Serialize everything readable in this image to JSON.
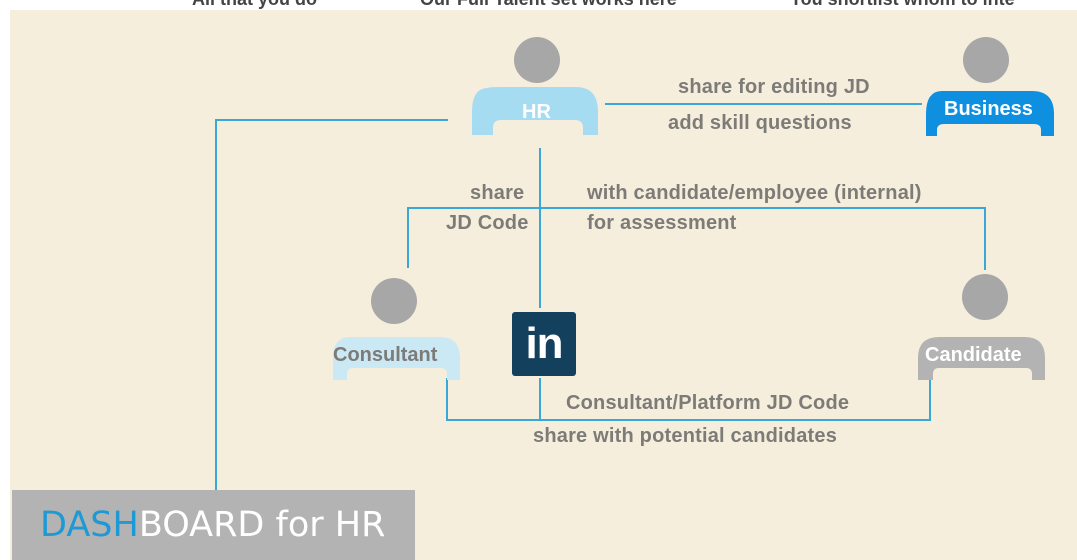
{
  "header_fragments": {
    "left": "All that you do",
    "center": "Our Full Talent set works here",
    "right": "You shortlist whom to inte"
  },
  "nodes": {
    "hr": "HR",
    "business": "Business",
    "consultant": "Consultant",
    "candidate": "Candidate"
  },
  "edges": {
    "share_editing_jd": "share for editing  JD",
    "add_skill_questions": "add skill questions",
    "share": "share",
    "jd_code": "JD Code",
    "with_candidate": "with candidate/employee (internal)",
    "for_assessment": "for assessment",
    "consultant_platform_jd_code": "Consultant/Platform JD Code",
    "share_with_potential": "share with potential candidates"
  },
  "logo": {
    "linkedin": "in"
  },
  "dashboard": {
    "accent": "DASH",
    "rest": "BOARD for HR"
  },
  "colors": {
    "panel_bg": "#f6eedc",
    "line": "#3aa8d6",
    "hr_blue": "#a6dcf1",
    "business_blue": "#0f8fe0",
    "consultant_blue": "#cbe8f5",
    "grey_head": "#a7a7a7",
    "candidate_grey": "#b3b3b3",
    "label_grey": "#7d7b78",
    "linkedin_navy": "#13405d"
  }
}
